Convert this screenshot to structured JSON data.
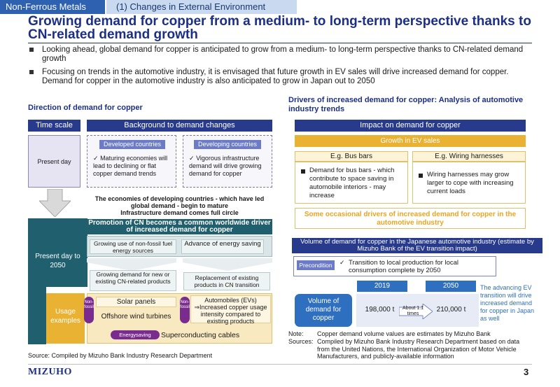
{
  "header": {
    "section": "Non-Ferrous Metals",
    "subsection": "(1) Changes in External Environment"
  },
  "title": "Growing demand for copper from a medium- to long-term perspective thanks to CN-related demand growth",
  "bullets": [
    "Looking ahead, global demand for copper is anticipated to grow from a medium- to long-term perspective thanks to CN-related demand growth",
    "Focusing on trends in the automotive industry, it is envisaged that future growth in EV sales will drive increased demand for copper. Demand for copper in the automotive industry is also anticipated to grow in Japan out to 2050"
  ],
  "left": {
    "section_title": "Direction of demand for copper",
    "col_time": "Time scale",
    "col_background": "Background to demand changes",
    "present_day": "Present day",
    "developed_label": "Developed countries",
    "developed_text": "Maturing economies will lead to declining or flat copper demand trends",
    "developing_label": "Developing countries",
    "developing_text": "Vigorous infrastructure demand will drive growing demand for copper",
    "economies_text": "The economies of developing countries - which have led global demand - begin to mature",
    "infra_text": "Infrastructure demand comes full circle",
    "present_to_2050": "Present day to 2050",
    "promotion_text": "Promotion of CN becomes a common worldwide driver of increased demand for copper",
    "growing_use": "Growing use of non-fossil fuel energy sources",
    "advance_storage": "Advance of energy saving",
    "growing_demand": "Growing demand for new or existing CN-related products",
    "replacement": "Replacement of existing products in CN transition",
    "usage_examples": "Usage examples",
    "non_fossil": "Non-fossil",
    "solar": "Solar panels",
    "offshore": "Offshore wind turbines",
    "automobiles": "Automobiles (EVs) ⇒Increased copper usage intensity compared to existing products",
    "energysaving": "Energysaving",
    "superconducting": "Superconducting cables",
    "source": "Source: Compiled by Mizuho Bank Industry Research Department"
  },
  "right": {
    "section_title": "Drivers of increased demand for copper: Analysis of automotive industry trends",
    "impact": "Impact on demand for copper",
    "growth_ev": "Growth in EV sales",
    "busbars_title": "E.g. Bus bars",
    "busbars_text": "Demand for bus bars - which contribute to space saving in automobile interiors - may increase",
    "harness_title": "E.g. Wiring harnesses",
    "harness_text": "Wiring harnesses may grow larger to cope with increasing current loads",
    "occasional": "Some occasional drivers of increased demand for copper in the automotive industry",
    "volume_title": "Volume of demand for copper in the Japanese automotive industry (estimate by Mizuho Bank of the EV transition impact)",
    "precondition": "Precondition",
    "precondition_text": "Transition to local production for local consumption complete by 2050",
    "year_2019": "2019",
    "year_2050": "2050",
    "volume_label": "Volume of demand for copper",
    "value_2019": "198,000 t",
    "multiplier": "About 1.1 times",
    "value_2050": "210,000 t",
    "advancing_text": "The advancing EV transition will drive increased demand for copper in Japan as well",
    "note_label": "Note:",
    "note_text": "Copper demand volume values are estimates by Mizuho Bank",
    "sources_label": "Sources:",
    "sources_text": "Compiled by Mizuho Bank Industry Research Department based on data from the United Nations, the International Organization of Motor Vehicle Manufacturers, and publicly-available information"
  },
  "footer": {
    "logo": "MIZUHO",
    "page": "3"
  },
  "colors": {
    "navy": "#283a8c",
    "title_blue": "#1c2f87",
    "teal": "#1f5f6e",
    "gold": "#e9b233",
    "purple": "#7a2c8e"
  }
}
